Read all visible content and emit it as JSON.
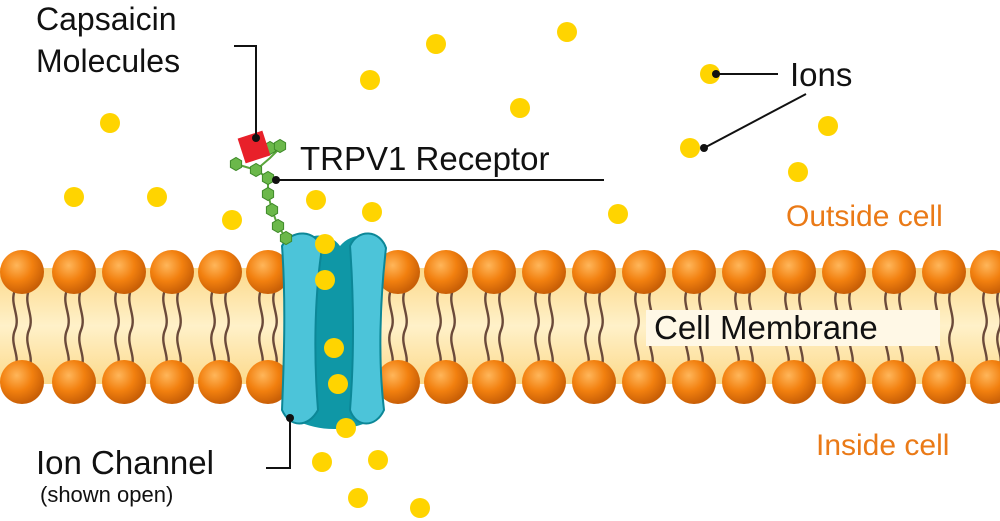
{
  "labels": {
    "capsaicin_line1": "Capsaicin",
    "capsaicin_line2": "Molecules",
    "ions": "Ions",
    "receptor": "TRPV1 Receptor",
    "outside": "Outside cell",
    "membrane": "Cell Membrane",
    "inside": "Inside cell",
    "channel": "Ion Channel",
    "channel_note": "(shown open)"
  },
  "colors": {
    "ion": "#ffd400",
    "head": "#f07d10",
    "membrane_band": "#fde6a6",
    "channel_light": "#48c3d8",
    "channel_dark": "#109aa8",
    "receptor_chain": "#6bb84a",
    "capsaicin": "#e8202a",
    "label_orange": "#ea7a17"
  }
}
